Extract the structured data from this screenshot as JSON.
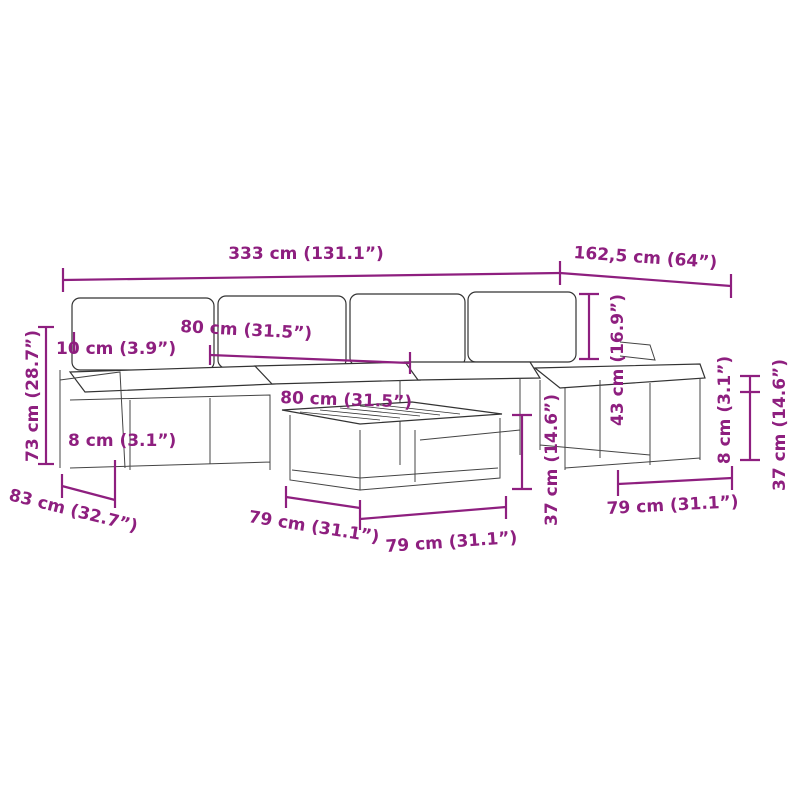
{
  "color": "#8e1f7f",
  "labels": {
    "total_width": "333 cm (131.1”)",
    "depth_total": "162,5 cm (64”)",
    "armrest_width": "10 cm (3.9”)",
    "seat_width_upper": "80 cm (31.5”)",
    "backrest_height": "43 cm (16.9”)",
    "total_height": "73 cm (28.7”)",
    "seat_width_middle": "80 cm (31.5”)",
    "leg_height_left": "8 cm (3.1”)",
    "table_height": "37 cm (14.6”)",
    "footstool_leg_height": "8 cm (3.1”)",
    "footstool_height": "37 cm (14.6”)",
    "sofa_depth": "83 cm (32.7”)",
    "table_depth": "79 cm (31.1”)",
    "table_width": "79 cm (31.1”)",
    "footstool_width": "79 cm (31.1”)"
  }
}
